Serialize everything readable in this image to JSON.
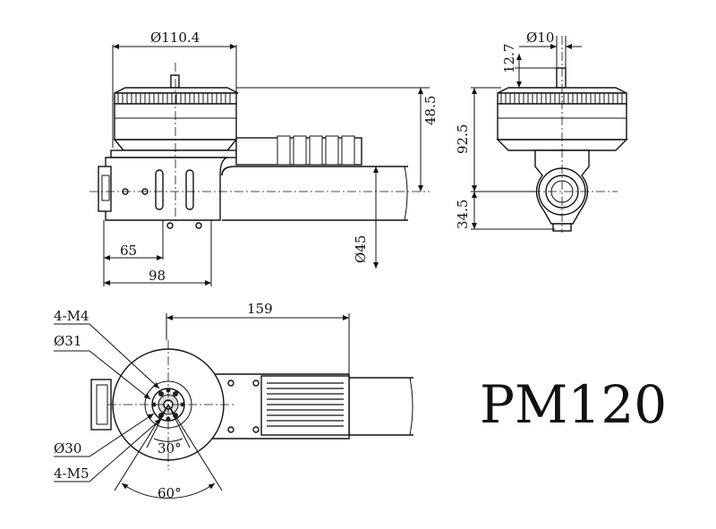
{
  "title": "PM120",
  "dimensions": {
    "d_110_4": "Ø110.4",
    "d_10": "Ø10",
    "v_12_7": "12.7",
    "v_48_5": "48.5",
    "v_92_5": "92.5",
    "v_34_5": "34.5",
    "h_65": "65",
    "h_98": "98",
    "d_45": "Ø45",
    "h_159": "159",
    "m4": "4-M4",
    "d_31": "Ø31",
    "d_30": "Ø30",
    "m5": "4-M5",
    "a_30": "30°",
    "a_60": "60°"
  }
}
